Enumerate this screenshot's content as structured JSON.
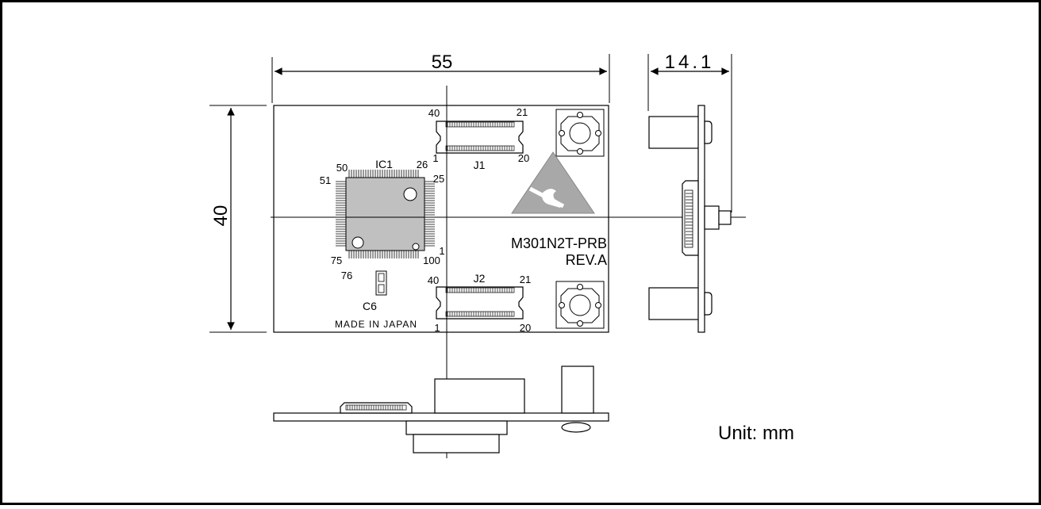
{
  "dimensions": {
    "width_label": "55",
    "height_label": "40",
    "thickness_label": "14.1"
  },
  "board": {
    "name": "M301N2T-PRB",
    "revision": "REV.A",
    "origin": "MADE IN JAPAN"
  },
  "ic": {
    "label": "IC1",
    "pins": {
      "p50": "50",
      "p26": "26",
      "p51": "51",
      "p25": "25",
      "p1": "1",
      "p75": "75",
      "p100": "100",
      "p76": "76"
    }
  },
  "connectors": {
    "j1": {
      "label": "J1",
      "pin40": "40",
      "pin21": "21",
      "pin1": "1",
      "pin20": "20"
    },
    "j2": {
      "label": "J2",
      "pin40": "40",
      "pin21": "21",
      "pin1": "1",
      "pin20": "20"
    }
  },
  "capacitor": {
    "label": "C6"
  },
  "unit_note": "Unit: mm",
  "colors": {
    "frame": "#000000",
    "board_fill": "#ffffff",
    "ic_fill": "#c0c0c0",
    "esd_fill": "#a8a8a8"
  }
}
